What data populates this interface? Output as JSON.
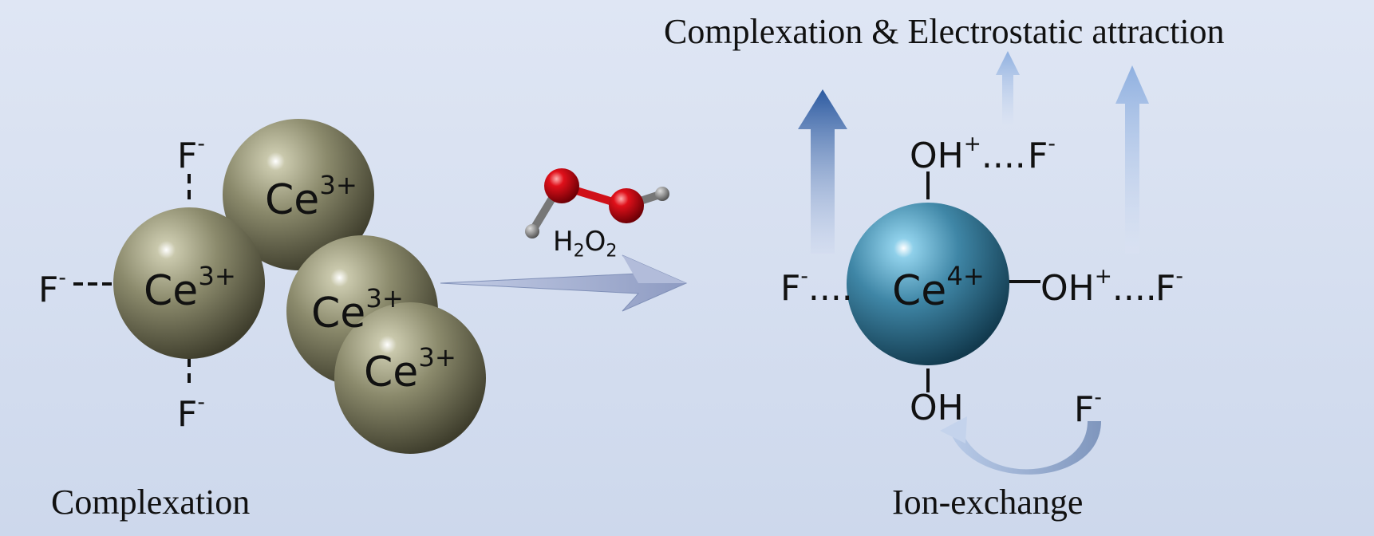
{
  "title": "Complexation & Electrostatic attraction",
  "left_caption": "Complexation",
  "right_caption": "Ion-exchange",
  "reagent": {
    "h": "H",
    "two_a": "2",
    "o": "O",
    "two_b": "2"
  },
  "ce3": {
    "symbol": "Ce",
    "charge": "3+"
  },
  "ce4": {
    "symbol": "Ce",
    "charge": "4+"
  },
  "fluoride": {
    "symbol": "F",
    "charge": "-"
  },
  "hydroxyl": {
    "symbol": "OH"
  },
  "hydroxyl_protonated": {
    "symbol": "OH",
    "charge": "+"
  },
  "dots": "....",
  "colors": {
    "ce3_sphere": "#8b8a6c",
    "ce4_sphere": "#3f86a6",
    "oxygen": "#e0101a",
    "hydrogen": "#8a8a8a",
    "arrow": "#9aa6c8",
    "up_arrow_dark": "#2c5aa0",
    "up_arrow_light": "#8fb0e0"
  }
}
